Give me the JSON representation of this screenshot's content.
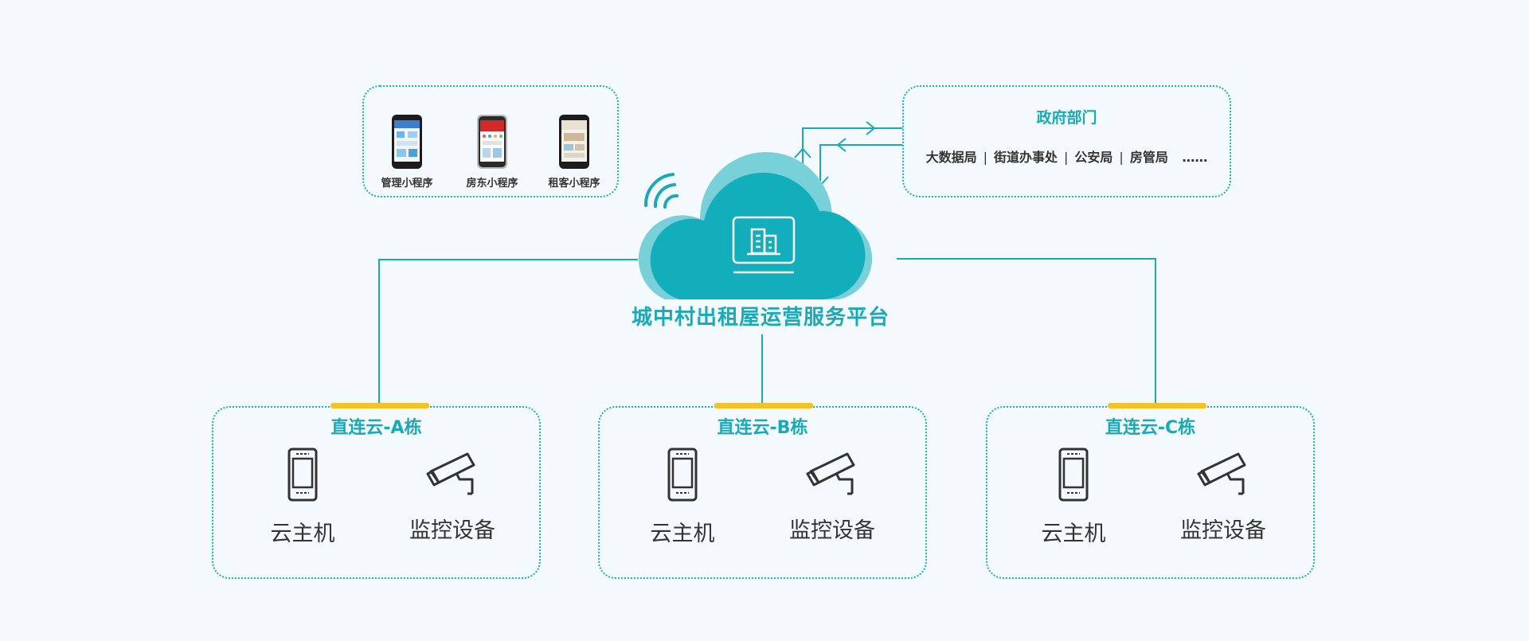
{
  "apps": [
    {
      "label": "管理小程序"
    },
    {
      "label": "房东小程序"
    },
    {
      "label": "租客小程序"
    }
  ],
  "government": {
    "title": "政府部门",
    "items": [
      "大数据局",
      "街道办事处",
      "公安局",
      "房管局"
    ],
    "ellipsis": "……"
  },
  "platform": {
    "title": "城中村出租屋运营服务平台"
  },
  "buildings": [
    {
      "title": "直连云-A栋",
      "devices": [
        "云主机",
        "监控设备"
      ]
    },
    {
      "title": "直连云-B栋",
      "devices": [
        "云主机",
        "监控设备"
      ]
    },
    {
      "title": "直连云-C栋",
      "devices": [
        "云主机",
        "监控设备"
      ]
    }
  ],
  "colors": {
    "accent": "#19aab7",
    "cloud_main": "#13aebb",
    "cloud_shadow": "#78d0d8",
    "highlight_bar": "#f5c226",
    "text": "#333333",
    "background": "#f3f9fc"
  }
}
